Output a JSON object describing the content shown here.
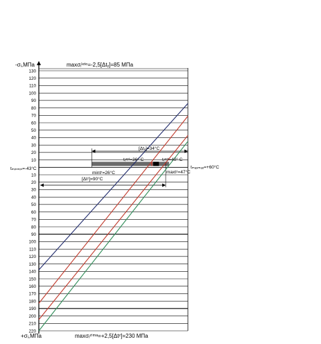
{
  "chart_data": {
    "type": "line",
    "top_axis_label": "-σᵢ,МПа",
    "bottom_axis_label": "+σᵢ,МПа",
    "title_top": "maxσᵢˡᵉᵗᵒ=-2,5[Δtᵧ]=85 МПа",
    "title_bottom": "maxσᵢᶻⁱᵐᵃ=+2,5[Δtᶻ]=230 МПа",
    "upper_ticks": [
      "130",
      "120",
      "110",
      "100",
      "90",
      "80",
      "70",
      "60",
      "50",
      "40",
      "30",
      "20",
      "10"
    ],
    "lower_ticks": [
      "10",
      "20",
      "30",
      "40",
      "50",
      "60",
      "70",
      "80",
      "90",
      "100",
      "110",
      "120",
      "130",
      "140",
      "150",
      "160",
      "170",
      "180",
      "190",
      "200",
      "210",
      "220"
    ],
    "x_range": [
      -43,
      60
    ],
    "stress_range": [
      130,
      -220
    ],
    "left_temp_label": "tₘᵢₙₘᵢₙ=-43°C",
    "right_temp_label": "tₘₐₓₘₐₓ=+60°C",
    "dt_summer_label": "[Δtᵧ]=34°C",
    "dt_winter_label": "[Δtᶻ]=90°C",
    "tz_min_label": "tᵢᵒᵖᵗ=36° C",
    "tz_max_label": "tᵢᵒᵖᵗ=40° C",
    "min_tz_label": "mintᶻ=26°C",
    "max_tz_label": "maxtᶻ=47°C",
    "shaded_range": [
      26,
      47
    ],
    "black_range": [
      36,
      40
    ],
    "series": [
      {
        "color": "#1f2a6b",
        "x": [
          -43,
          60
        ],
        "y": [
          -138,
          86
        ]
      },
      {
        "color": "#c0392b",
        "x": [
          -43,
          60
        ],
        "y": [
          -183,
          69
        ]
      },
      {
        "color": "#c0392b",
        "x": [
          -43,
          60
        ],
        "y": [
          -205,
          43
        ]
      },
      {
        "color": "#2e8b57",
        "x": [
          -43,
          60
        ],
        "y": [
          -220,
          35
        ]
      }
    ]
  }
}
